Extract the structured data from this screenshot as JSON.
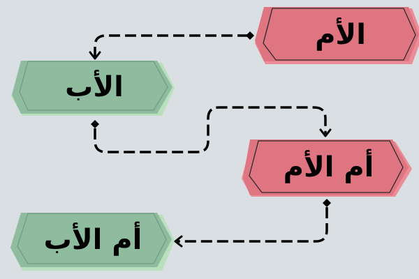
{
  "diagram": {
    "type": "family-tree",
    "background": "#d9dfe2",
    "colors": {
      "female_fill": "#e07582",
      "female_shadow": "#ea8d97",
      "male_fill": "#8fbc9e",
      "male_shadow": "#b9e0bd",
      "inner_border_female": "#2a2a2a",
      "inner_border_male": "#6f9a80",
      "connector": "#000000"
    },
    "nodes": [
      {
        "id": "mother",
        "label": "الأم",
        "gender": "female"
      },
      {
        "id": "father",
        "label": "الأب",
        "gender": "male"
      },
      {
        "id": "maternal-grandmother",
        "label": "أم الأم",
        "gender": "female"
      },
      {
        "id": "paternal-grandmother",
        "label": "أم الأب",
        "gender": "male"
      }
    ],
    "edges": [
      {
        "from": "mother",
        "to": "father",
        "style": "dashed",
        "start": "diamond",
        "end": "arrow"
      },
      {
        "from": "father",
        "to": "maternal-grandmother",
        "style": "dashed",
        "start": "diamond",
        "end": "arrow"
      },
      {
        "from": "maternal-grandmother",
        "to": "paternal-grandmother",
        "style": "dashed",
        "start": "diamond",
        "end": "arrow"
      }
    ]
  }
}
